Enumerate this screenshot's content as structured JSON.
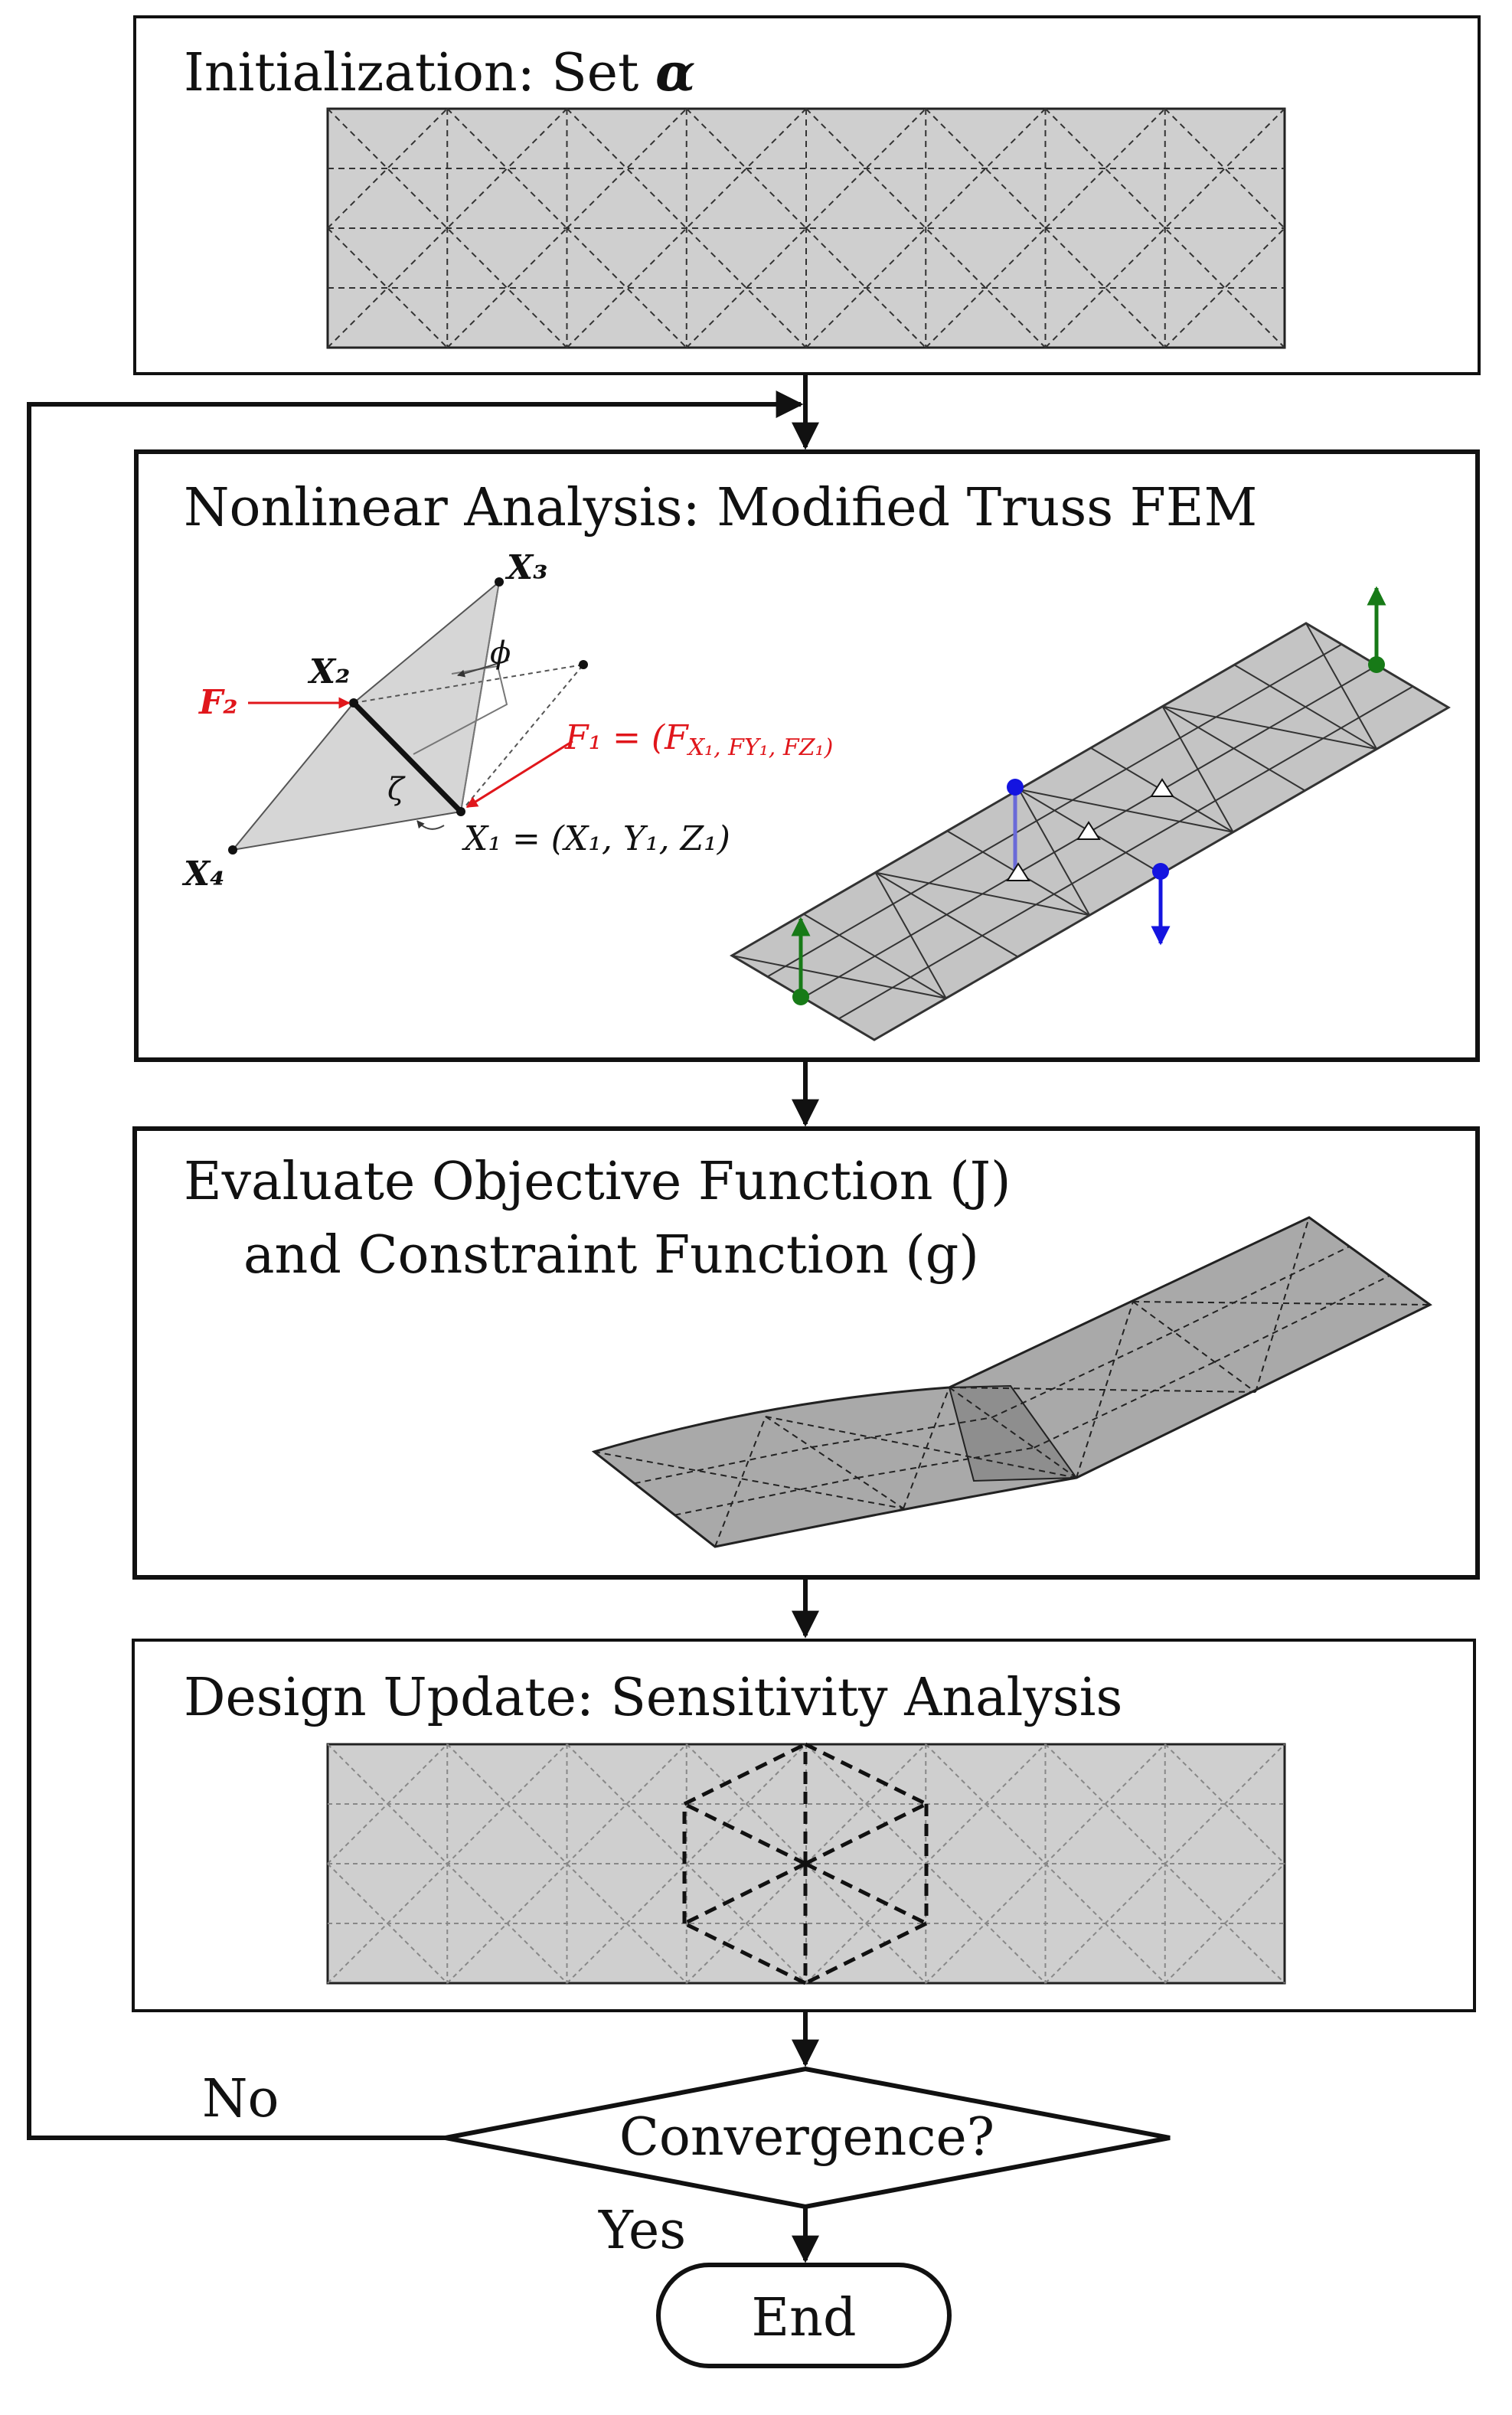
{
  "flowchart": {
    "init": {
      "title_prefix": "Initialization:  Set ",
      "title_symbol": "α"
    },
    "analysis": {
      "title": "Nonlinear Analysis:  Modified Truss FEM"
    },
    "evaluate": {
      "title_line1": "Evaluate Objective Function (J)",
      "title_line2": "and Constraint Function (g)"
    },
    "update": {
      "title": "Design Update:  Sensitivity Analysis"
    },
    "decision": {
      "label": "Convergence?",
      "no_label": "No",
      "yes_label": "Yes"
    },
    "end": {
      "label": "End"
    }
  },
  "truss_element": {
    "X1": "X₁ = (X₁, Y₁, Z₁)",
    "X2": "X₂",
    "X3": "X₃",
    "X4": "X₄",
    "F1": "F₁ = (F",
    "F1_components": "X₁, FY₁, FZ₁)",
    "F2": "F₂",
    "phi": "ϕ",
    "zeta": "ζ"
  },
  "colors": {
    "plate_fill": "#cfcfcf",
    "mesh_fill": "#c4c4c4",
    "force_red": "#e0161b",
    "support_green": "#177a17",
    "load_blue": "#1414e0"
  }
}
